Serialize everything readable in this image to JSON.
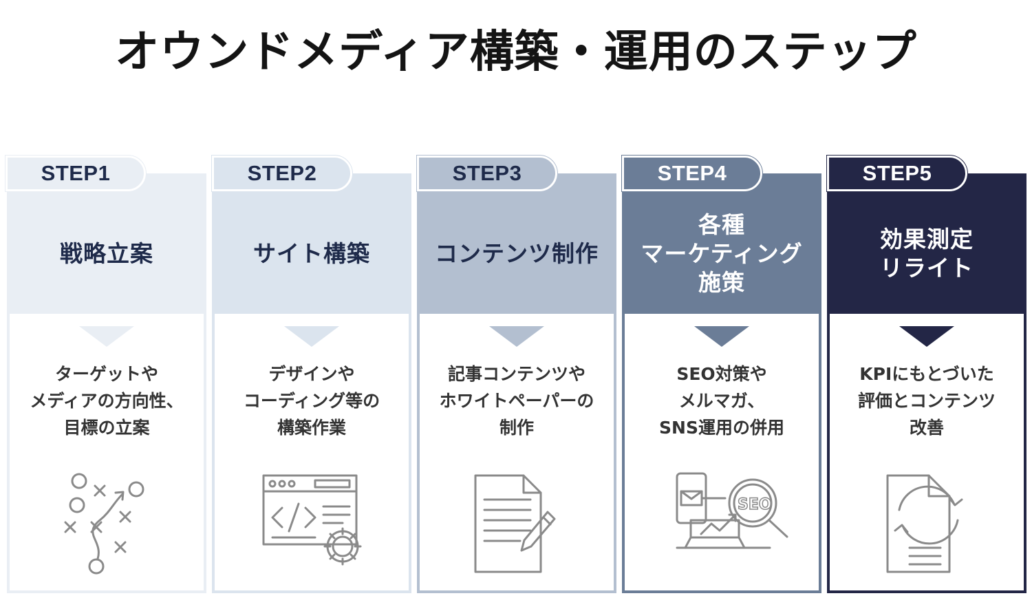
{
  "title": "オウンドメディア構築・運用のステップ",
  "steps": [
    {
      "tab": "STEP1",
      "heading": "戦略立案",
      "description": "ターゲットや\nメディアの方向性、\n目標の立案",
      "icon": "strategy-play-icon",
      "color": "#e9eef4"
    },
    {
      "tab": "STEP2",
      "heading": "サイト構築",
      "description": "デザインや\nコーディング等の\n構築作業",
      "icon": "code-window-gear-icon",
      "color": "#dbe4ee"
    },
    {
      "tab": "STEP3",
      "heading": "コンテンツ制作",
      "description": "記事コンテンツや\nホワイトペーパーの\n制作",
      "icon": "document-pen-icon",
      "color": "#b3bfd0"
    },
    {
      "tab": "STEP4",
      "heading": "各種\nマーケティング\n施策",
      "description": "SEO対策や\nメルマガ、\nSNS運用の併用",
      "icon": "seo-marketing-icon",
      "color": "#6b7d97"
    },
    {
      "tab": "STEP5",
      "heading": "効果測定\nリライト",
      "description": "KPIにもとづいた\n評価とコンテンツ\n改善",
      "icon": "document-refresh-icon",
      "color": "#232646"
    }
  ]
}
